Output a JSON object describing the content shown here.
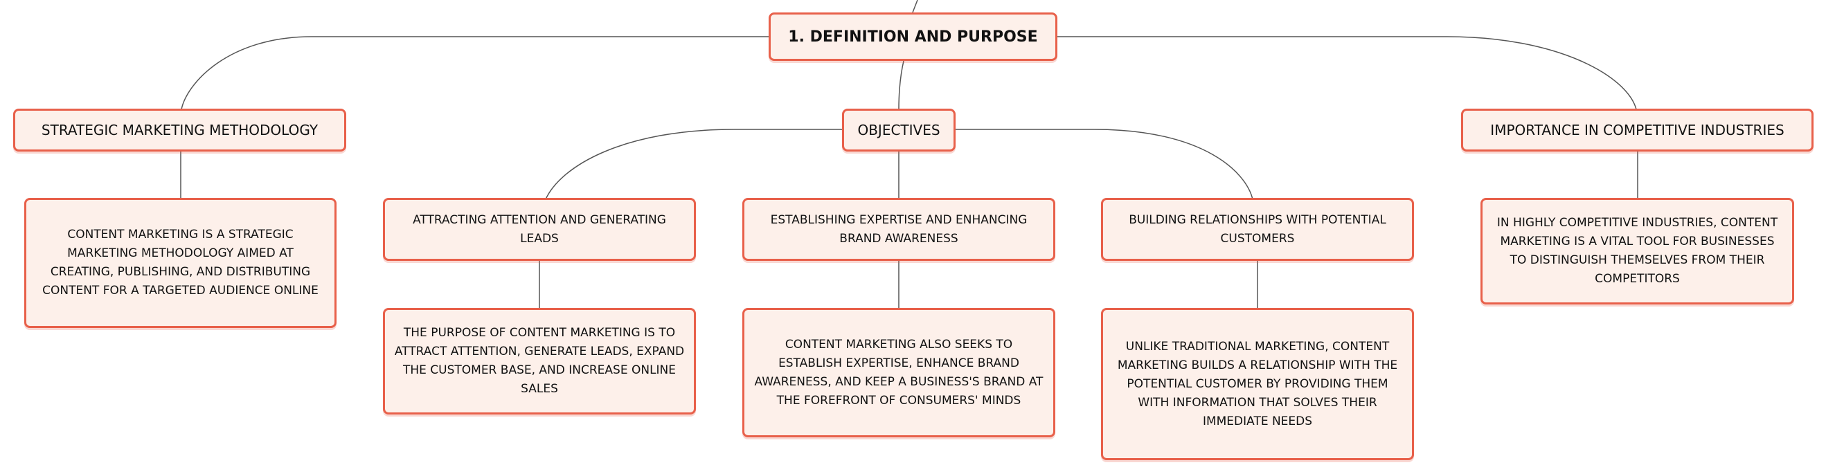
{
  "colors": {
    "border": "#e8604a",
    "fill": "#fdf0ea",
    "line": "#555555"
  },
  "root": {
    "label": "1. DEFINITION AND PURPOSE"
  },
  "branches": [
    {
      "label": "STRATEGIC MARKETING METHODOLOGY",
      "detail": "CONTENT MARKETING IS A STRATEGIC MARKETING METHODOLOGY AIMED AT CREATING, PUBLISHING, AND DISTRIBUTING CONTENT FOR A TARGETED AUDIENCE ONLINE"
    },
    {
      "label": "OBJECTIVES",
      "children": [
        {
          "label": "ATTRACTING ATTENTION AND GENERATING LEADS",
          "detail": "THE PURPOSE OF CONTENT MARKETING IS TO ATTRACT ATTENTION, GENERATE LEADS, EXPAND THE CUSTOMER BASE, AND INCREASE ONLINE SALES"
        },
        {
          "label": "ESTABLISHING EXPERTISE AND ENHANCING BRAND AWARENESS",
          "detail": "CONTENT MARKETING ALSO SEEKS TO ESTABLISH EXPERTISE, ENHANCE BRAND AWARENESS, AND KEEP A BUSINESS'S BRAND AT THE FOREFRONT OF CONSUMERS' MINDS"
        },
        {
          "label": "BUILDING RELATIONSHIPS WITH POTENTIAL CUSTOMERS",
          "detail": "UNLIKE TRADITIONAL MARKETING, CONTENT MARKETING BUILDS A RELATIONSHIP WITH THE POTENTIAL CUSTOMER BY PROVIDING THEM WITH INFORMATION THAT SOLVES THEIR IMMEDIATE NEEDS"
        }
      ]
    },
    {
      "label": "IMPORTANCE IN COMPETITIVE INDUSTRIES",
      "detail": "IN HIGHLY COMPETITIVE INDUSTRIES, CONTENT MARKETING IS A VITAL TOOL FOR BUSINESSES TO DISTINGUISH THEMSELVES FROM THEIR COMPETITORS"
    }
  ]
}
